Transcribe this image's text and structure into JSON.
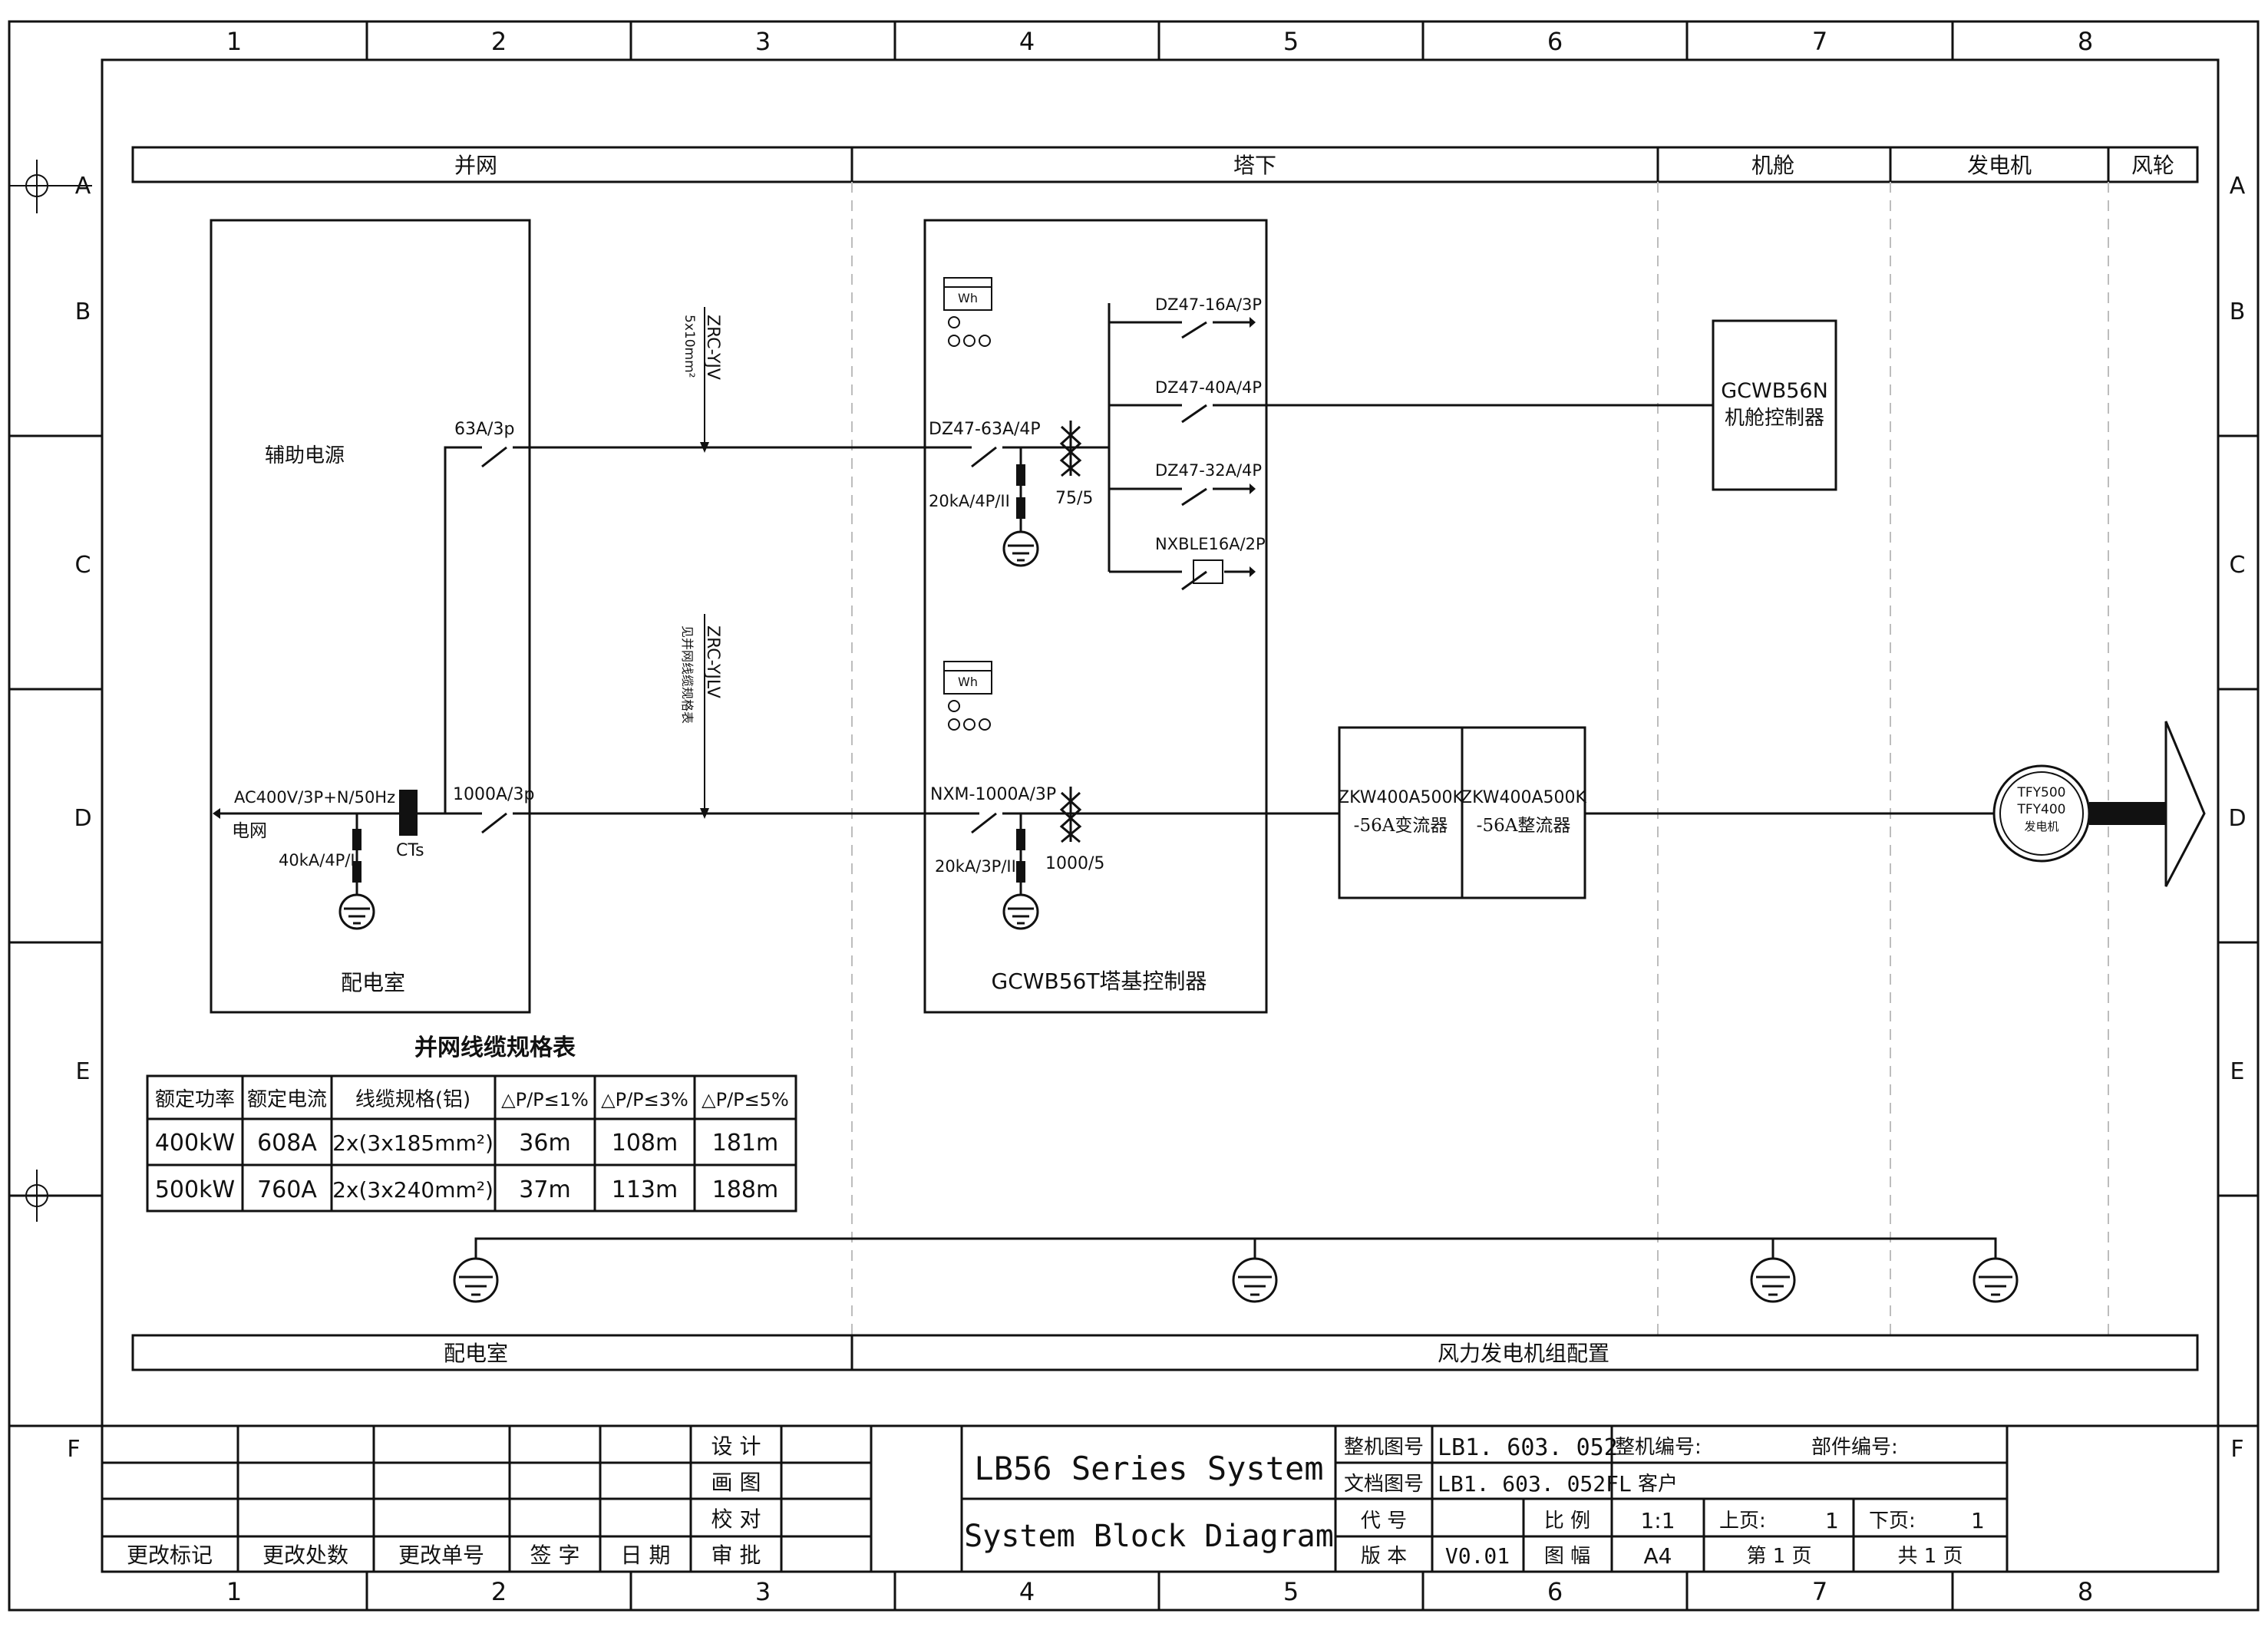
{
  "border": {
    "columns": [
      "1",
      "2",
      "3",
      "4",
      "5",
      "6",
      "7",
      "8"
    ],
    "rows": [
      "A",
      "B",
      "C",
      "D",
      "E",
      "F"
    ]
  },
  "zones_top": [
    "并网",
    "塔下",
    "机舱",
    "发电机",
    "风轮"
  ],
  "zones_bottom": [
    "配电室",
    "风力发电机组配置"
  ],
  "distribution_room": {
    "aux_power": "辅助电源",
    "label": "配电室",
    "grid_supply": "AC400V/3P+N/50Hz",
    "grid_label": "电网",
    "spd": "40kA/4P/I",
    "ct": "CTs",
    "aux_breaker": "63A/3p",
    "main_breaker": "1000A/3p"
  },
  "cables": {
    "aux_cable_type": "ZRC-YJV",
    "aux_cable_size": "5x10mm²",
    "main_cable_type": "ZRC-YJLV",
    "main_cable_note": "见并网线缆规格表"
  },
  "tower_controller": {
    "title": "GCWB56T塔基控制器",
    "meter_label": "Wh",
    "upper_breaker": "DZ47-63A/4P",
    "upper_spd": "20kA/4P/II",
    "upper_ct": "75/5",
    "branch_breakers": [
      "DZ47-16A/3P",
      "DZ47-40A/4P",
      "DZ47-32A/4P",
      "NXBLE16A/2P"
    ],
    "lower_breaker": "NXM-1000A/3P",
    "lower_spd": "20kA/3P/II",
    "lower_ct": "1000/5"
  },
  "nacelle_controller": {
    "model": "GCWB56N",
    "name": "机舱控制器"
  },
  "converter": {
    "line1": "ZKW400A500K",
    "line2": "-56A变流器"
  },
  "rectifier": {
    "line1": "ZKW400A500K",
    "line2": "-56A整流器"
  },
  "generator": {
    "line1": "TFY500",
    "line2": "TFY400",
    "line3": "发电机"
  },
  "cable_table": {
    "title": "并网线缆规格表",
    "headers": [
      "额定功率",
      "额定电流",
      "线缆规格(铝)",
      "△P/P≤1%",
      "△P/P≤3%",
      "△P/P≤5%"
    ],
    "rows": [
      [
        "400kW",
        "608A",
        "2x(3x185mm²)",
        "36m",
        "108m",
        "181m"
      ],
      [
        "500kW",
        "760A",
        "2x(3x240mm²)",
        "37m",
        "113m",
        "188m"
      ]
    ]
  },
  "title_block": {
    "revision_headers": [
      "更改标记",
      "更改处数",
      "更改单号",
      "签  字",
      "日  期"
    ],
    "approvals": [
      "设  计",
      "画  图",
      "校  对",
      "审  批"
    ],
    "title_line1": "LB56 Series System",
    "title_line2": "System Block Diagram",
    "drawing_no_label": "整机图号",
    "drawing_no": "LB1. 603. 052",
    "doc_no_label": "文档图号",
    "doc_no": "LB1. 603. 052FL",
    "code_label": "代  号",
    "version_label": "版  本",
    "version": "V0.01",
    "scale_label": "比  例",
    "scale": "1:1",
    "format_label": "图  幅",
    "format": "A4",
    "machine_no_label": "整机编号:",
    "part_no_label": "部件编号:",
    "customer_label": "客户",
    "prev_page_label": "上页:",
    "prev_page": "1",
    "next_page_label": "下页:",
    "next_page": "1",
    "sheet_label": "第  1  页",
    "total_label": "共  1  页"
  }
}
